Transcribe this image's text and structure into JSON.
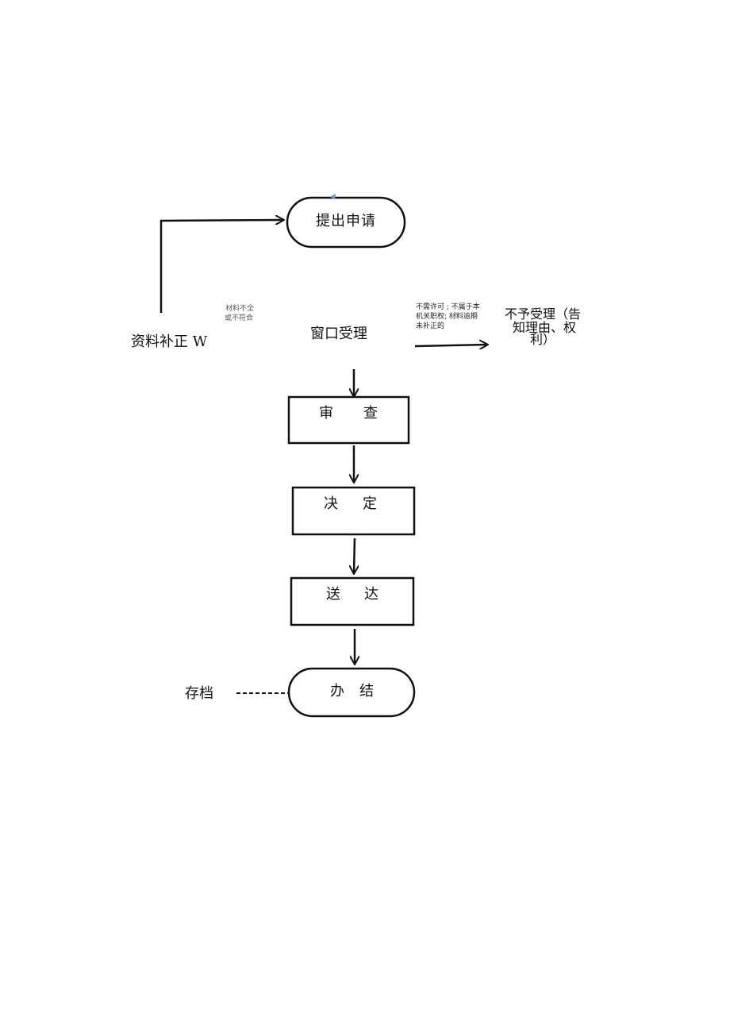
{
  "nodes": {
    "submit": "提出申请",
    "window": "窗口受理",
    "review_a": "审",
    "review_b": "查",
    "decide_a": "决",
    "decide_b": "定",
    "deliver_a": "送",
    "deliver_b": "达",
    "finish_a": "办",
    "finish_b": "结"
  },
  "labels": {
    "supplement": "资料补正 W",
    "incomplete_line1": "材料不全",
    "incomplete_line2": "或不符合",
    "reject_reason_line1": "不需许可 ; 不属于本",
    "reject_reason_line2": "机关职权; 材料逾期",
    "reject_reason_line3": "未补正的",
    "reject_line1": "不予受理（告",
    "reject_line2": "知理由、权",
    "reject_line3": "利）",
    "archive": "存档"
  }
}
